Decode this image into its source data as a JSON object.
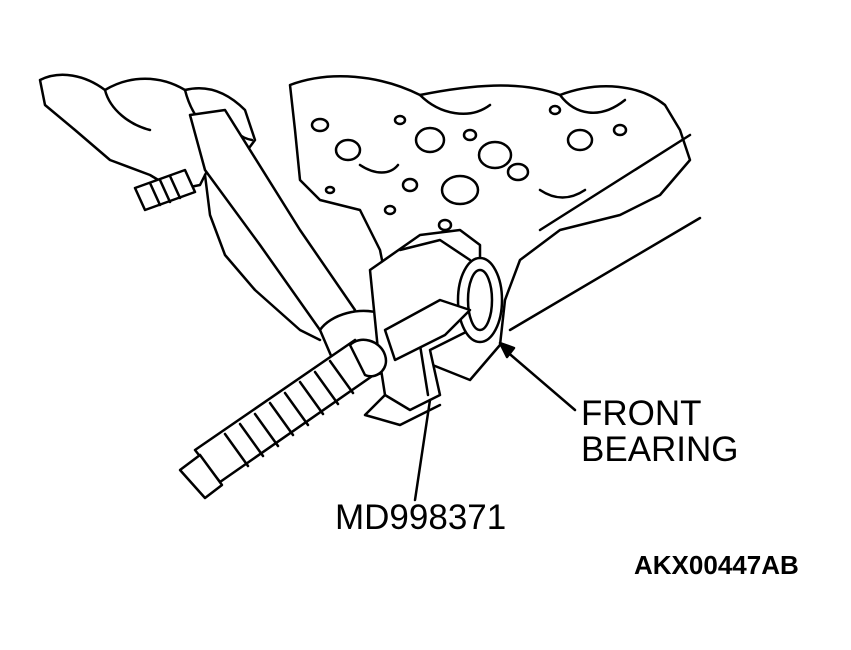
{
  "callouts": {
    "front_bearing_line1": "FRONT",
    "front_bearing_line2": "BEARING",
    "tool_number": "MD998371"
  },
  "figure_code": "AKX00447AB",
  "colors": {
    "ink": "#000000",
    "paper": "#ffffff"
  }
}
